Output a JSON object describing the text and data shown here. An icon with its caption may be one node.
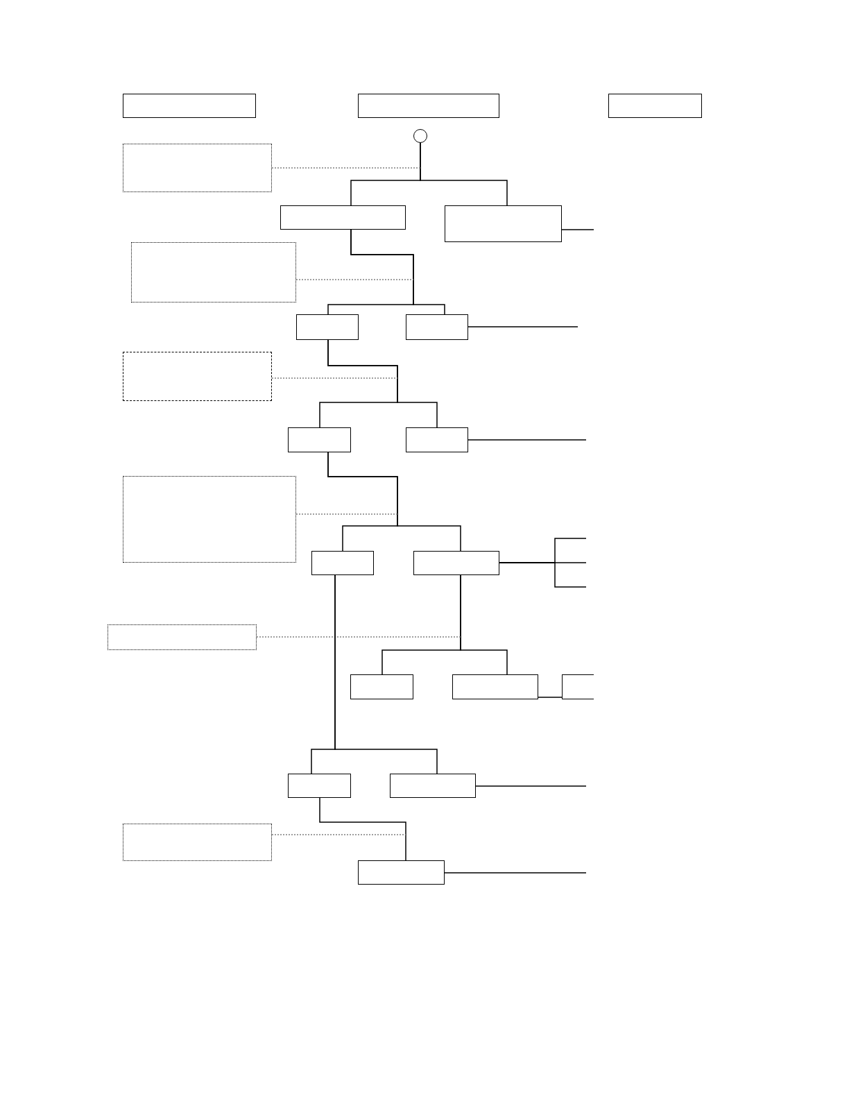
{
  "diagram": {
    "nodes": [
      {
        "text": [],
        "shape": "box"
      },
      {
        "text": [],
        "shape": "box"
      },
      {
        "text": [],
        "shape": "box"
      },
      {
        "text": [],
        "shape": "circle"
      },
      {
        "text": [],
        "shape": "box"
      },
      {
        "text": [],
        "shape": "box"
      },
      {
        "text": [],
        "shape": "box"
      },
      {
        "text": [],
        "shape": "box"
      },
      {
        "text": [],
        "shape": "box"
      },
      {
        "text": [],
        "shape": "box"
      },
      {
        "text": [],
        "shape": "box"
      },
      {
        "text": [],
        "shape": "box"
      },
      {
        "text": [],
        "shape": "box"
      },
      {
        "text": [],
        "shape": "box"
      },
      {
        "text": [],
        "shape": "box"
      },
      {
        "text": [],
        "shape": "box"
      },
      {
        "text": [],
        "shape": "box"
      },
      {
        "text": [],
        "shape": "box"
      },
      {
        "text": [],
        "shape": "box"
      },
      {
        "text": [],
        "shape": "box"
      },
      {
        "text": [],
        "shape": "box"
      },
      {
        "text": [],
        "shape": "box"
      },
      {
        "text": [],
        "shape": "box"
      },
      {
        "text": [],
        "shape": "box"
      }
    ],
    "edges": [
      {
        "from": 3,
        "to": 5,
        "arrow": "none"
      },
      {
        "from": 3,
        "to": 6,
        "arrow": "none"
      },
      {
        "from": 4,
        "to": null,
        "arrow": "none",
        "style": "dashed",
        "color": "#808080"
      },
      {
        "from": 6,
        "to": null,
        "arrow": "none"
      },
      {
        "from": 5,
        "to": 8,
        "arrow": "none"
      },
      {
        "from": 5,
        "to": 9,
        "arrow": "none"
      },
      {
        "from": 7,
        "to": null,
        "arrow": "none",
        "style": "dashed",
        "color": "#808080"
      },
      {
        "from": 9,
        "to": null,
        "arrow": "none"
      },
      {
        "from": 8,
        "to": 11,
        "arrow": "none"
      },
      {
        "from": 8,
        "to": 12,
        "arrow": "none"
      },
      {
        "from": 10,
        "to": null,
        "arrow": "none",
        "style": "dashed",
        "color": "#808080"
      },
      {
        "from": 12,
        "to": null,
        "arrow": "none"
      },
      {
        "from": 11,
        "to": 14,
        "arrow": "none"
      },
      {
        "from": 11,
        "to": 15,
        "arrow": "none"
      },
      {
        "from": 13,
        "to": null,
        "arrow": "none",
        "style": "dashed",
        "color": "#808080"
      },
      {
        "from": 15,
        "to": null,
        "arrow": "none"
      },
      {
        "from": 15,
        "to": null,
        "arrow": "none"
      },
      {
        "from": 15,
        "to": null,
        "arrow": "none"
      },
      {
        "from": 15,
        "to": 17,
        "arrow": "none"
      },
      {
        "from": 15,
        "to": 18,
        "arrow": "none"
      },
      {
        "from": 16,
        "to": null,
        "arrow": "none",
        "style": "dashed",
        "color": "#808080"
      },
      {
        "from": 18,
        "to": 19,
        "arrow": "none"
      },
      {
        "from": 14,
        "to": 20,
        "arrow": "none"
      },
      {
        "from": 14,
        "to": 21,
        "arrow": "none"
      },
      {
        "from": 21,
        "to": null,
        "arrow": "none"
      },
      {
        "from": 20,
        "to": 23,
        "arrow": "none"
      },
      {
        "from": 22,
        "to": null,
        "arrow": "none",
        "style": "dashed",
        "color": "#808080"
      },
      {
        "from": 23,
        "to": null,
        "arrow": "none"
      }
    ]
  }
}
